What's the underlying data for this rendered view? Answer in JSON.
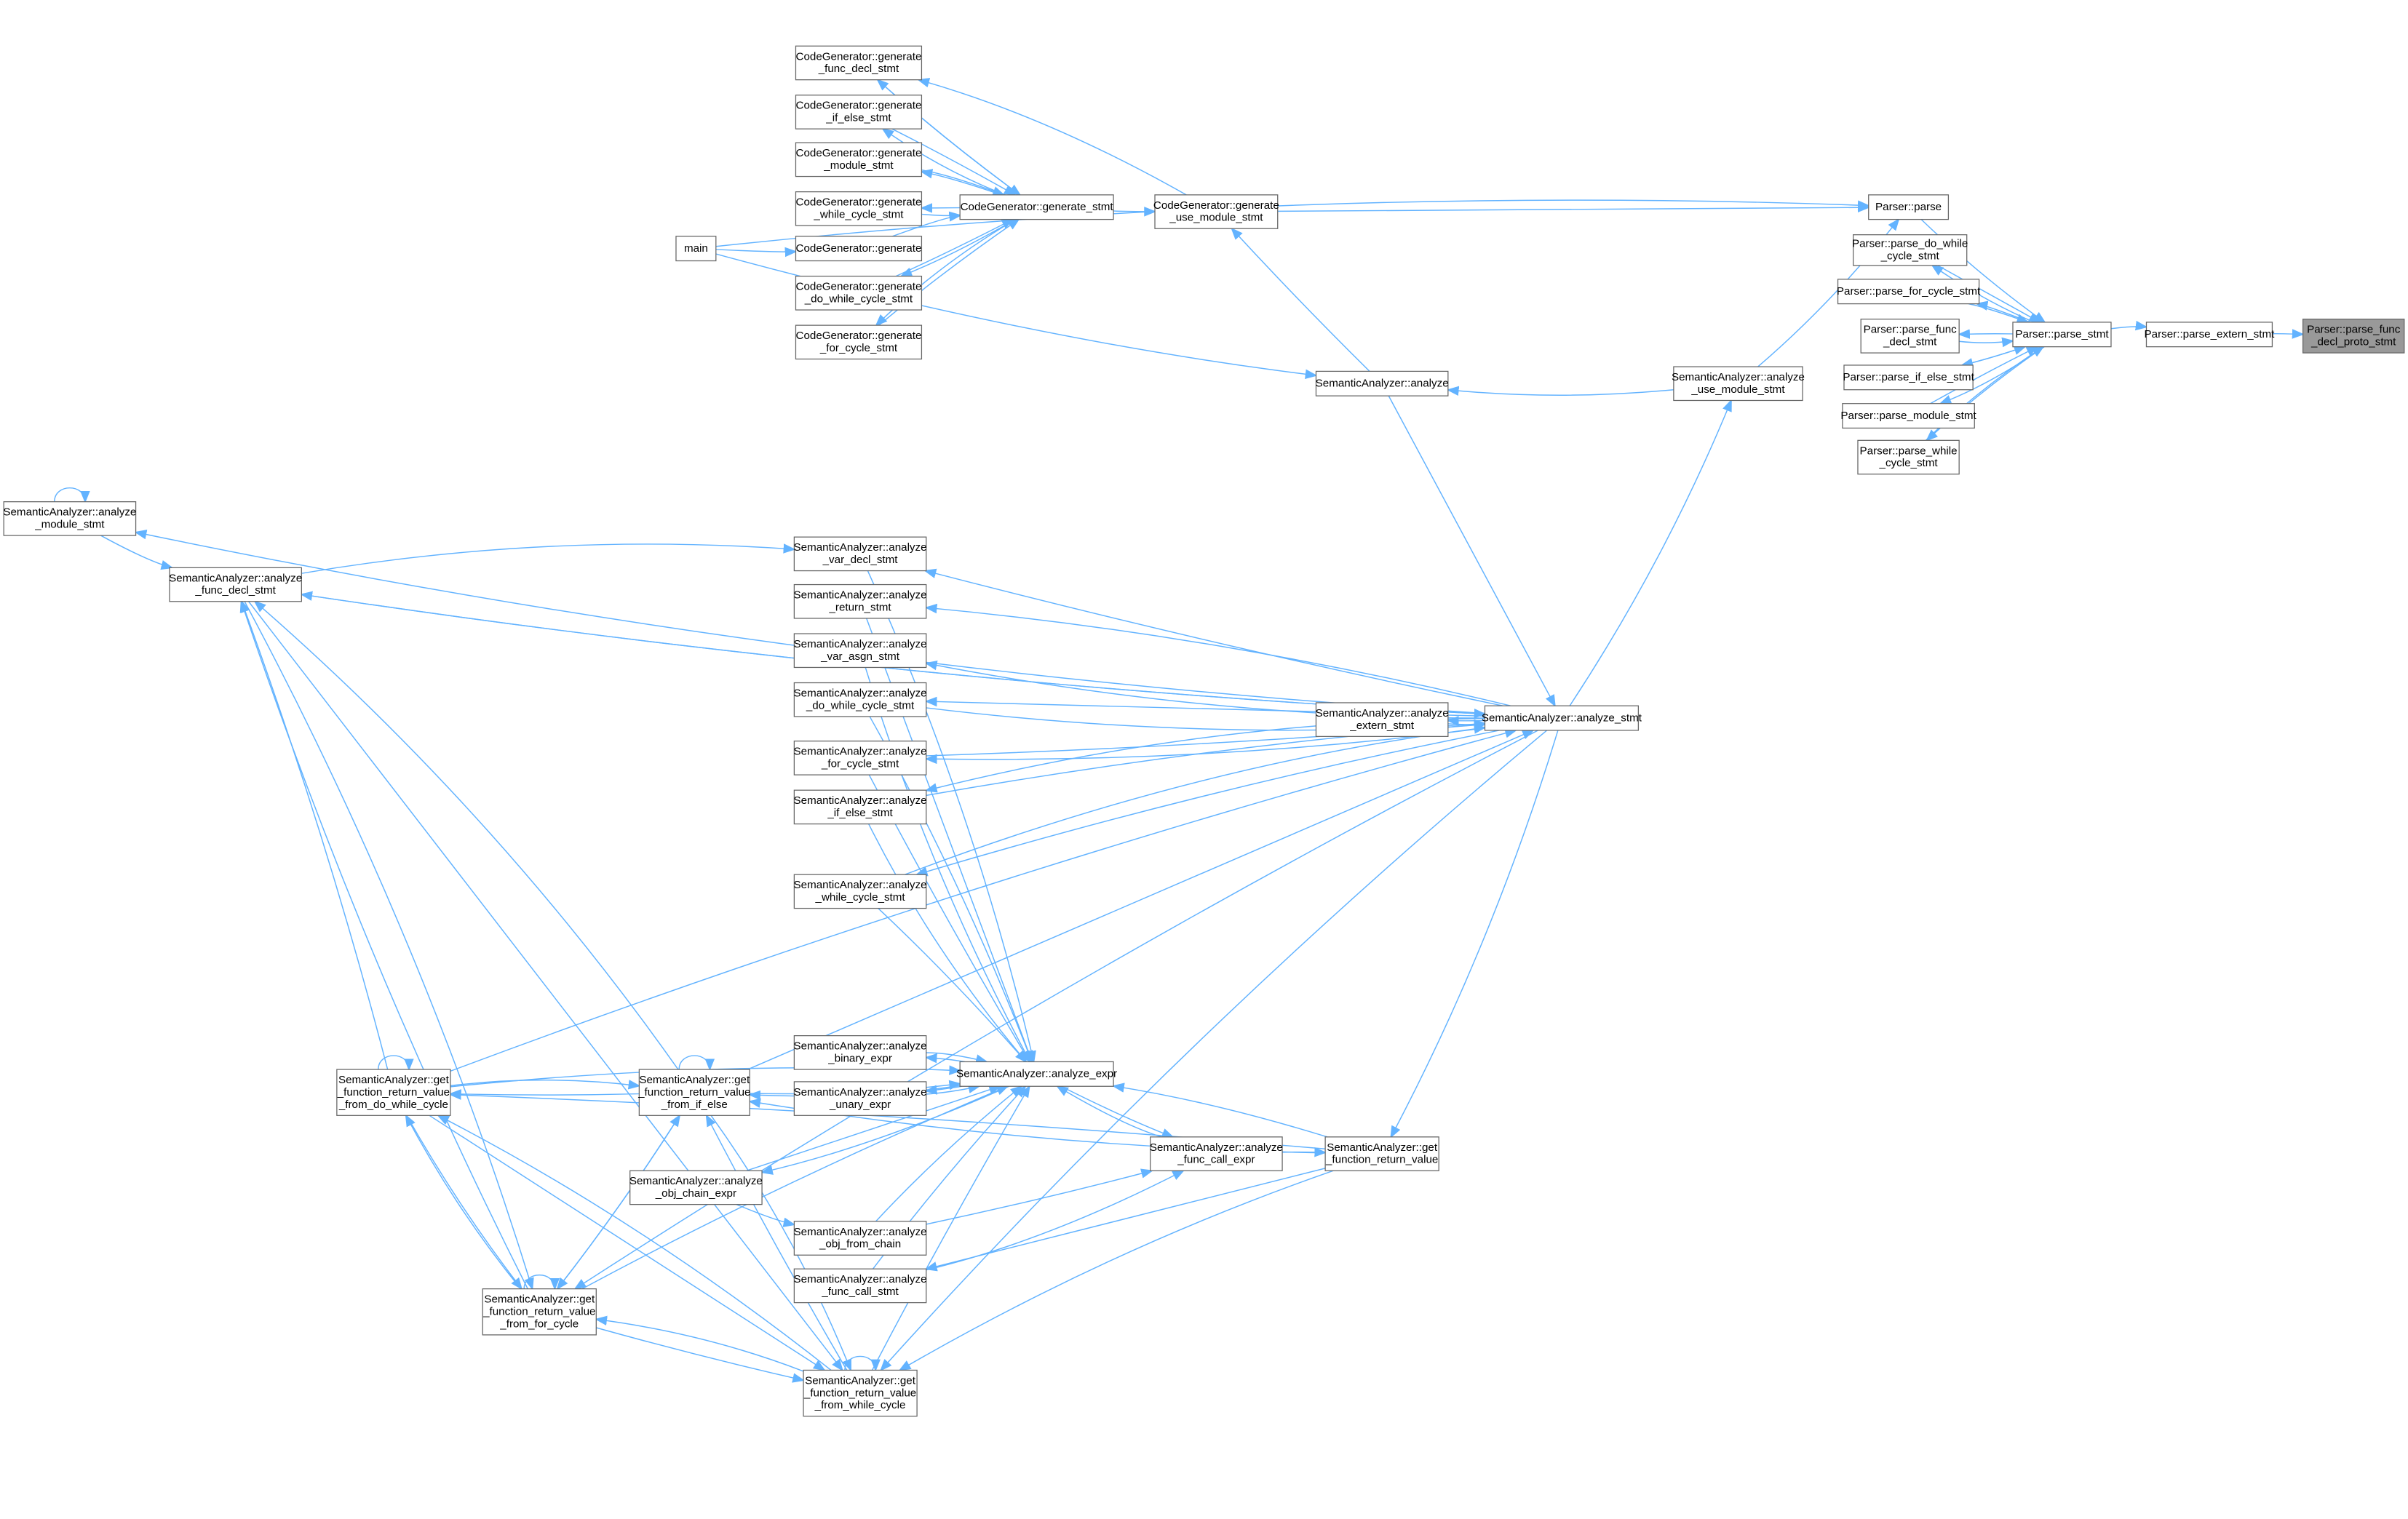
{
  "title": "Caller graph of Parser::parse_func_decl_proto_stmt",
  "colors": {
    "edge": "#63b3ff",
    "node_border": "#666666",
    "current_node": "#999999"
  },
  "nodes": [
    {
      "id": "main",
      "lines": [
        "main"
      ]
    },
    {
      "id": "cg_func_decl",
      "lines": [
        "CodeGenerator::generate",
        "_func_decl_stmt"
      ]
    },
    {
      "id": "cg_if_else",
      "lines": [
        "CodeGenerator::generate",
        "_if_else_stmt"
      ]
    },
    {
      "id": "cg_module",
      "lines": [
        "CodeGenerator::generate",
        "_module_stmt"
      ]
    },
    {
      "id": "cg_while",
      "lines": [
        "CodeGenerator::generate",
        "_while_cycle_stmt"
      ]
    },
    {
      "id": "cg_generate",
      "lines": [
        "CodeGenerator::generate"
      ]
    },
    {
      "id": "cg_do_while",
      "lines": [
        "CodeGenerator::generate",
        "_do_while_cycle_stmt"
      ]
    },
    {
      "id": "cg_for",
      "lines": [
        "CodeGenerator::generate",
        "_for_cycle_stmt"
      ]
    },
    {
      "id": "cg_generate_stmt",
      "lines": [
        "CodeGenerator::generate_stmt"
      ]
    },
    {
      "id": "cg_use_module",
      "lines": [
        "CodeGenerator::generate",
        "_use_module_stmt"
      ]
    },
    {
      "id": "parser_parse",
      "lines": [
        "Parser::parse"
      ]
    },
    {
      "id": "parse_do_while",
      "lines": [
        "Parser::parse_do_while",
        "_cycle_stmt"
      ]
    },
    {
      "id": "parse_for",
      "lines": [
        "Parser::parse_for_cycle_stmt"
      ]
    },
    {
      "id": "parse_func_decl",
      "lines": [
        "Parser::parse_func",
        "_decl_stmt"
      ]
    },
    {
      "id": "parse_if_else",
      "lines": [
        "Parser::parse_if_else_stmt"
      ]
    },
    {
      "id": "parse_module",
      "lines": [
        "Parser::parse_module_stmt"
      ]
    },
    {
      "id": "parse_while",
      "lines": [
        "Parser::parse_while",
        "_cycle_stmt"
      ]
    },
    {
      "id": "parse_stmt",
      "lines": [
        "Parser::parse_stmt"
      ]
    },
    {
      "id": "parse_extern",
      "lines": [
        "Parser::parse_extern_stmt"
      ]
    },
    {
      "id": "proto",
      "lines": [
        "Parser::parse_func",
        "_decl_proto_stmt"
      ],
      "current": true
    },
    {
      "id": "sa_analyze",
      "lines": [
        "SemanticAnalyzer::analyze"
      ]
    },
    {
      "id": "sa_use_module",
      "lines": [
        "SemanticAnalyzer::analyze",
        "_use_module_stmt"
      ]
    },
    {
      "id": "sa_module",
      "lines": [
        "SemanticAnalyzer::analyze",
        "_module_stmt"
      ]
    },
    {
      "id": "sa_func_decl",
      "lines": [
        "SemanticAnalyzer::analyze",
        "_func_decl_stmt"
      ]
    },
    {
      "id": "sa_var_decl",
      "lines": [
        "SemanticAnalyzer::analyze",
        "_var_decl_stmt"
      ]
    },
    {
      "id": "sa_return",
      "lines": [
        "SemanticAnalyzer::analyze",
        "_return_stmt"
      ]
    },
    {
      "id": "sa_var_asgn",
      "lines": [
        "SemanticAnalyzer::analyze",
        "_var_asgn_stmt"
      ]
    },
    {
      "id": "sa_do_while",
      "lines": [
        "SemanticAnalyzer::analyze",
        "_do_while_cycle_stmt"
      ]
    },
    {
      "id": "sa_extern",
      "lines": [
        "SemanticAnalyzer::analyze",
        "_extern_stmt"
      ]
    },
    {
      "id": "sa_stmt",
      "lines": [
        "SemanticAnalyzer::analyze_stmt"
      ]
    },
    {
      "id": "sa_for",
      "lines": [
        "SemanticAnalyzer::analyze",
        "_for_cycle_stmt"
      ]
    },
    {
      "id": "sa_if_else",
      "lines": [
        "SemanticAnalyzer::analyze",
        "_if_else_stmt"
      ]
    },
    {
      "id": "sa_while",
      "lines": [
        "SemanticAnalyzer::analyze",
        "_while_cycle_stmt"
      ]
    },
    {
      "id": "sa_binary",
      "lines": [
        "SemanticAnalyzer::analyze",
        "_binary_expr"
      ]
    },
    {
      "id": "sa_expr",
      "lines": [
        "SemanticAnalyzer::analyze_expr"
      ]
    },
    {
      "id": "sa_unary",
      "lines": [
        "SemanticAnalyzer::analyze",
        "_unary_expr"
      ]
    },
    {
      "id": "get_do_while",
      "lines": [
        "SemanticAnalyzer::get",
        "_function_return_value",
        "_from_do_while_cycle"
      ]
    },
    {
      "id": "get_if_else",
      "lines": [
        "SemanticAnalyzer::get",
        "_function_return_value",
        "_from_if_else"
      ]
    },
    {
      "id": "sa_func_call_expr",
      "lines": [
        "SemanticAnalyzer::analyze",
        "_func_call_expr"
      ]
    },
    {
      "id": "get_ret",
      "lines": [
        "SemanticAnalyzer::get",
        "_function_return_value"
      ]
    },
    {
      "id": "sa_obj_chain",
      "lines": [
        "SemanticAnalyzer::analyze",
        "_obj_chain_expr"
      ]
    },
    {
      "id": "sa_obj_from",
      "lines": [
        "SemanticAnalyzer::analyze",
        "_obj_from_chain"
      ]
    },
    {
      "id": "sa_func_call_stmt",
      "lines": [
        "SemanticAnalyzer::analyze",
        "_func_call_stmt"
      ]
    },
    {
      "id": "get_for",
      "lines": [
        "SemanticAnalyzer::get",
        "_function_return_value",
        "_from_for_cycle"
      ]
    },
    {
      "id": "get_while",
      "lines": [
        "SemanticAnalyzer::get",
        "_function_return_value",
        "_from_while_cycle"
      ]
    }
  ],
  "edges": [
    [
      "parse_stmt",
      "parse_extern"
    ],
    [
      "parse_extern",
      "proto"
    ],
    [
      "parser_parse",
      "parse_stmt"
    ],
    [
      "parse_stmt",
      "parse_do_while"
    ],
    [
      "parse_do_while",
      "parse_stmt"
    ],
    [
      "parse_stmt",
      "parse_for"
    ],
    [
      "parse_for",
      "parse_stmt"
    ],
    [
      "parse_stmt",
      "parse_func_decl"
    ],
    [
      "parse_func_decl",
      "parse_stmt"
    ],
    [
      "parse_stmt",
      "parse_if_else"
    ],
    [
      "parse_if_else",
      "parse_stmt"
    ],
    [
      "parse_stmt",
      "parse_module"
    ],
    [
      "parse_module",
      "parse_stmt"
    ],
    [
      "parse_stmt",
      "parse_while"
    ],
    [
      "parse_while",
      "parse_stmt"
    ],
    [
      "cg_use_module",
      "parser_parse"
    ],
    [
      "sa_use_module",
      "parser_parse"
    ],
    [
      "main",
      "parser_parse"
    ],
    [
      "cg_generate_stmt",
      "cg_use_module"
    ],
    [
      "cg_use_module",
      "cg_func_decl"
    ],
    [
      "cg_generate_stmt",
      "cg_func_decl"
    ],
    [
      "cg_func_decl",
      "cg_generate_stmt"
    ],
    [
      "cg_generate_stmt",
      "cg_if_else"
    ],
    [
      "cg_if_else",
      "cg_generate_stmt"
    ],
    [
      "cg_generate_stmt",
      "cg_module"
    ],
    [
      "cg_module",
      "cg_generate_stmt"
    ],
    [
      "cg_generate_stmt",
      "cg_while"
    ],
    [
      "cg_while",
      "cg_generate_stmt"
    ],
    [
      "cg_generate_stmt",
      "cg_do_while"
    ],
    [
      "cg_do_while",
      "cg_generate_stmt"
    ],
    [
      "cg_generate_stmt",
      "cg_for"
    ],
    [
      "cg_for",
      "cg_generate_stmt"
    ],
    [
      "main",
      "cg_generate"
    ],
    [
      "cg_generate",
      "cg_generate_stmt"
    ],
    [
      "sa_analyze",
      "cg_use_module"
    ],
    [
      "main",
      "sa_analyze"
    ],
    [
      "sa_use_module",
      "sa_analyze"
    ],
    [
      "sa_analyze",
      "sa_stmt"
    ],
    [
      "sa_stmt",
      "sa_use_module"
    ],
    [
      "sa_stmt",
      "sa_module"
    ],
    [
      "sa_module",
      "sa_module"
    ],
    [
      "sa_module",
      "sa_func_decl"
    ],
    [
      "sa_stmt",
      "sa_func_decl"
    ],
    [
      "sa_func_decl",
      "sa_stmt"
    ],
    [
      "sa_func_decl",
      "sa_var_decl"
    ],
    [
      "sa_stmt",
      "sa_var_decl"
    ],
    [
      "sa_stmt",
      "sa_return"
    ],
    [
      "sa_stmt",
      "sa_var_asgn"
    ],
    [
      "sa_stmt",
      "sa_do_while"
    ],
    [
      "sa_do_while",
      "sa_stmt"
    ],
    [
      "sa_stmt",
      "sa_for"
    ],
    [
      "sa_for",
      "sa_stmt"
    ],
    [
      "sa_stmt",
      "sa_if_else"
    ],
    [
      "sa_if_else",
      "sa_stmt"
    ],
    [
      "sa_stmt",
      "sa_while"
    ],
    [
      "sa_while",
      "sa_stmt"
    ],
    [
      "sa_stmt",
      "sa_extern"
    ],
    [
      "sa_extern",
      "sa_stmt"
    ],
    [
      "sa_var_decl",
      "sa_expr"
    ],
    [
      "sa_return",
      "sa_expr"
    ],
    [
      "sa_var_asgn",
      "sa_expr"
    ],
    [
      "sa_do_while",
      "sa_expr"
    ],
    [
      "sa_for",
      "sa_expr"
    ],
    [
      "sa_if_else",
      "sa_expr"
    ],
    [
      "sa_while",
      "sa_expr"
    ],
    [
      "sa_expr",
      "sa_binary"
    ],
    [
      "sa_binary",
      "sa_expr"
    ],
    [
      "sa_expr",
      "sa_unary"
    ],
    [
      "sa_unary",
      "sa_expr"
    ],
    [
      "sa_expr",
      "sa_obj_chain"
    ],
    [
      "sa_obj_chain",
      "sa_expr"
    ],
    [
      "sa_obj_chain",
      "sa_obj_from"
    ],
    [
      "sa_obj_from",
      "sa_expr"
    ],
    [
      "sa_obj_from",
      "sa_func_call_expr"
    ],
    [
      "sa_func_call_stmt",
      "sa_func_call_expr"
    ],
    [
      "sa_func_call_stmt",
      "sa_expr"
    ],
    [
      "sa_expr",
      "sa_func_call_expr"
    ],
    [
      "sa_func_call_expr",
      "sa_expr"
    ],
    [
      "sa_func_call_expr",
      "get_ret"
    ],
    [
      "get_ret",
      "sa_expr"
    ],
    [
      "sa_stmt",
      "get_ret"
    ],
    [
      "get_ret",
      "sa_func_call_stmt"
    ],
    [
      "get_ret",
      "get_while"
    ],
    [
      "get_ret",
      "get_if_else"
    ],
    [
      "get_ret",
      "get_do_while"
    ],
    [
      "get_do_while",
      "get_do_while"
    ],
    [
      "get_do_while",
      "sa_stmt"
    ],
    [
      "get_do_while",
      "sa_func_decl"
    ],
    [
      "get_do_while",
      "get_if_else"
    ],
    [
      "get_if_else",
      "get_do_while"
    ],
    [
      "get_do_while",
      "get_for"
    ],
    [
      "get_for",
      "get_do_while"
    ],
    [
      "get_do_while",
      "get_while"
    ],
    [
      "get_while",
      "get_do_while"
    ],
    [
      "get_do_while",
      "sa_expr"
    ],
    [
      "get_if_else",
      "get_if_else"
    ],
    [
      "get_if_else",
      "sa_func_decl"
    ],
    [
      "get_if_else",
      "get_for"
    ],
    [
      "get_for",
      "get_if_else"
    ],
    [
      "get_if_else",
      "get_while"
    ],
    [
      "get_while",
      "get_if_else"
    ],
    [
      "get_if_else",
      "sa_expr"
    ],
    [
      "sa_expr",
      "get_if_else"
    ],
    [
      "get_if_else",
      "sa_stmt"
    ],
    [
      "get_for",
      "get_for"
    ],
    [
      "get_for",
      "sa_func_decl"
    ],
    [
      "get_for",
      "get_while"
    ],
    [
      "get_while",
      "get_for"
    ],
    [
      "get_for",
      "sa_expr"
    ],
    [
      "sa_stmt",
      "get_for"
    ],
    [
      "get_while",
      "get_while"
    ],
    [
      "get_while",
      "sa_expr"
    ],
    [
      "sa_stmt",
      "get_while"
    ],
    [
      "sa_func_decl",
      "get_for"
    ],
    [
      "sa_func_decl",
      "get_while"
    ]
  ]
}
